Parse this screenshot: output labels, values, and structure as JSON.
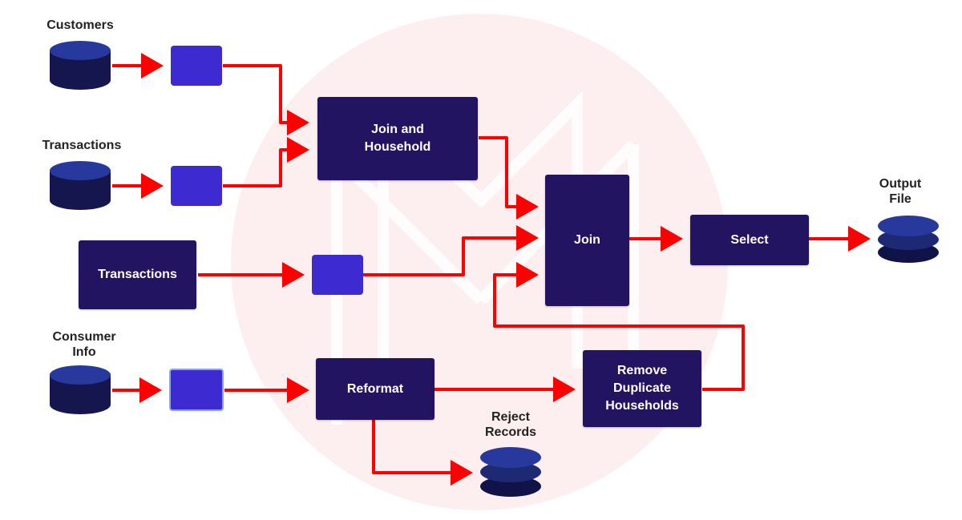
{
  "colors": {
    "dark_box": "#231462",
    "small_box": "#3d2ad0",
    "arrow": "#ff0000",
    "cylinder_dark": "#16164f",
    "cylinder_mid": "#1d2a73",
    "cylinder_top": "#27399c",
    "watermark_bg": "#fdeff0"
  },
  "labels": {
    "customers": "Customers",
    "transactions_top": "Transactions",
    "consumer_info": "Consumer Info",
    "output_file": "Output File",
    "reject_records": "Reject Records"
  },
  "boxes": {
    "join_household": "Join and Household",
    "transactions": "Transactions",
    "join": "Join",
    "select": "Select",
    "reformat": "Reformat",
    "remove_duplicates": "Remove Duplicate Households"
  }
}
